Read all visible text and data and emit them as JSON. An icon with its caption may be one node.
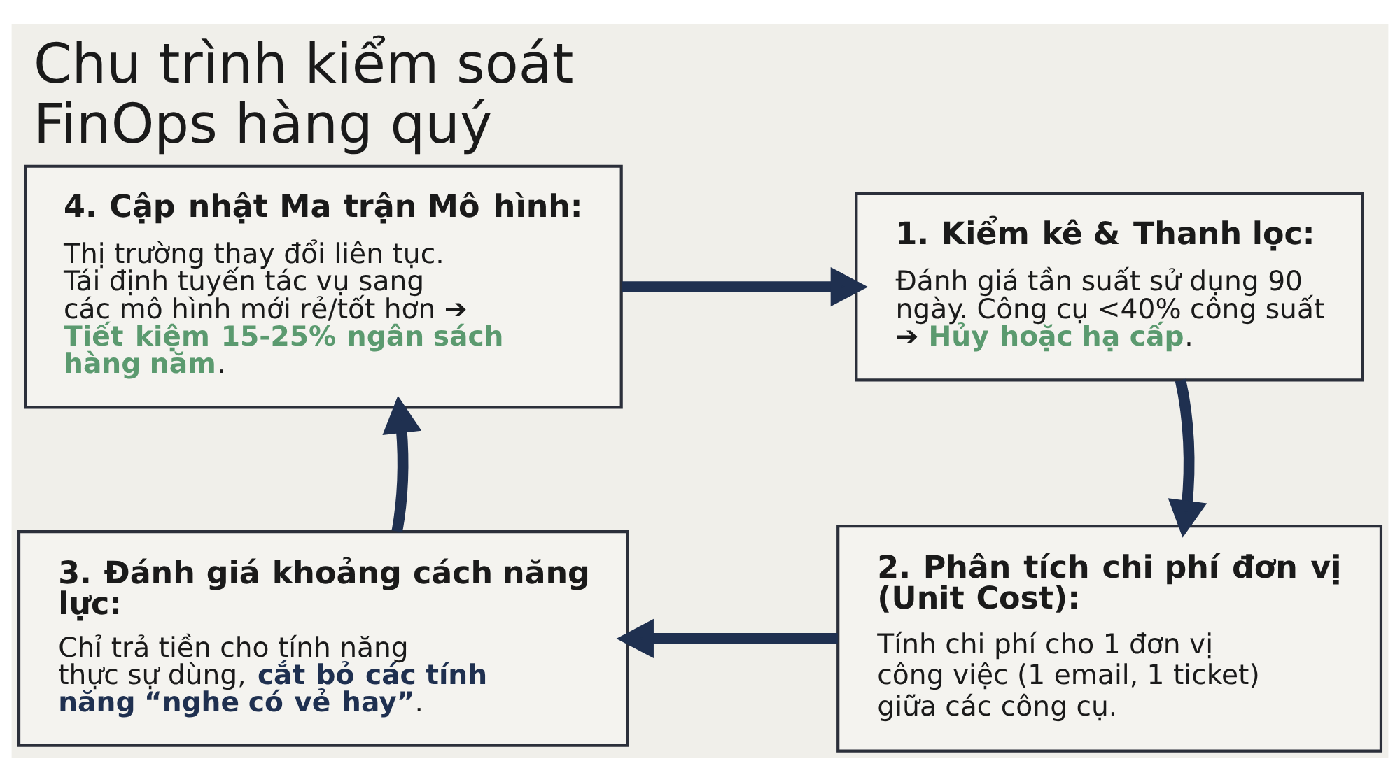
{
  "diagram": {
    "title": "Chu trình kiểm soát FinOps hàng quý",
    "nodes": [
      {
        "text": [
          "4. Cập nhật Ma trận Mô hình:",
          "Thị trường thay đổi liên tục. Tái định tuyến tác vụ sang các mô hình mới rẻ/tốt hơn ➔ **Tiết kiệm 15-25% ngân sách hàng năm**."
        ]
      },
      {
        "text": [
          "1. Kiểm kê & Thanh lọc:",
          "Đánh giá tần suất sử dụng 90 ngày. Công cụ <40% công suất ➔ **Hủy hoặc hạ cấp**."
        ]
      },
      {
        "text": [
          "3. Đánh giá khoảng cách năng lực:",
          "Chỉ trả tiền cho tính năng thực sự dùng, **cắt bỏ các tính năng “nghe có vẻ hay”**."
        ]
      },
      {
        "text": [
          "2. Phân tích chi phí đơn vị (Unit Cost):",
          "Tính chi phí cho 1 đơn vị công việc (1 email, 1 ticket) giữa các công cụ."
        ]
      }
    ],
    "edges": [
      {
        "from": 0,
        "to": 1,
        "arrow": "to"
      },
      {
        "from": 1,
        "to": 3,
        "arrow": "to"
      },
      {
        "from": 3,
        "to": 2,
        "arrow": "to"
      },
      {
        "from": 2,
        "to": 0,
        "arrow": "to"
      }
    ]
  }
}
